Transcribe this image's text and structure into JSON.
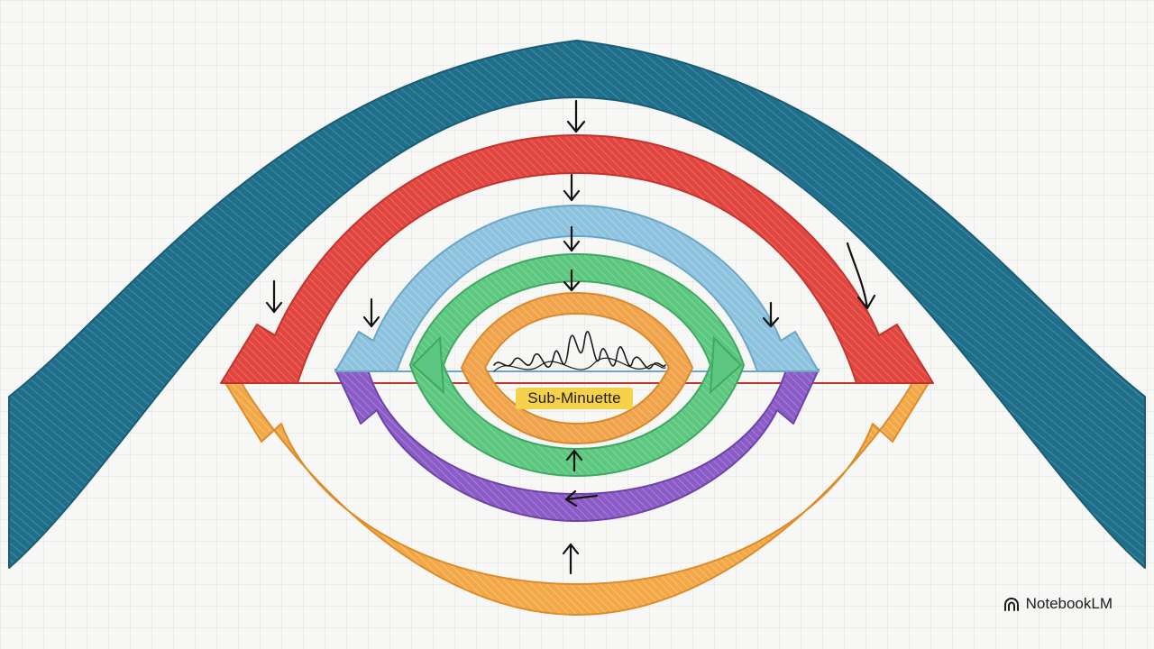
{
  "diagram": {
    "center_label": "Sub-Minuette",
    "colors": {
      "outer_band": "#1f6f8b",
      "red": "#e0463f",
      "light_blue": "#8cc2de",
      "green": "#5cc77f",
      "inner_orange": "#f0a34a",
      "purple": "#8b5cc6",
      "bottom_orange": "#f2a846",
      "label_highlight": "#f6d24a"
    },
    "arrow_directions": {
      "top": "down",
      "bottom": "up",
      "lower_middle": "left"
    }
  },
  "watermark": {
    "icon": "notebooklm-logo-icon",
    "text": "NotebookLM"
  }
}
